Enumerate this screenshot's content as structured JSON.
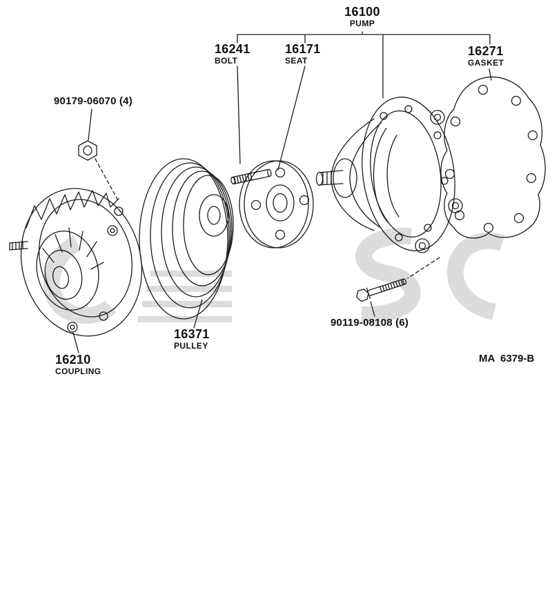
{
  "parts": {
    "pump": {
      "number": "16100",
      "name": "PUMP"
    },
    "bolt": {
      "number": "16241",
      "name": "BOLT"
    },
    "seat": {
      "number": "16171",
      "name": "SEAT"
    },
    "gasket": {
      "number": "16271",
      "name": "GASKET"
    },
    "fan_nut": {
      "number": "90179-06070 (4)"
    },
    "pulley": {
      "number": "16371",
      "name": "PULLEY"
    },
    "coupling": {
      "number": "16210",
      "name": "COUPLING"
    },
    "pump_bolt": {
      "number": "90119-08108 (6)"
    }
  },
  "footer": {
    "catalog_code": "MA  6379-B"
  },
  "colors": {
    "line": "#1a1a1a",
    "watermark": "#d9d9d9"
  }
}
